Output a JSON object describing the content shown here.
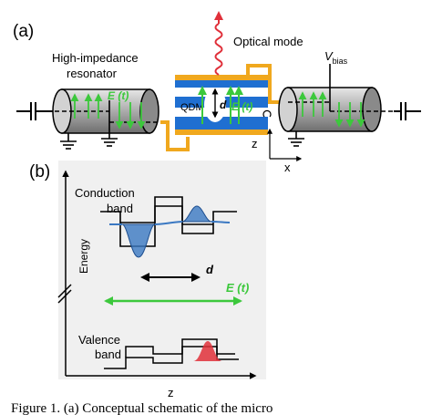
{
  "panel_a": {
    "label": "(a)",
    "resonator_label_line1": "High-impedance",
    "resonator_label_line2": "resonator",
    "optical_mode": "Optical mode",
    "vbias_main": "V",
    "vbias_sub": "bias",
    "qdm": "QDM",
    "d": "d",
    "field_left": "E (t)",
    "field_center": "E (t)",
    "axis_z": "z",
    "axis_x": "x"
  },
  "panel_b": {
    "label": "(b)",
    "conduction_line1": "Conduction",
    "conduction_line2": "band",
    "energy_axis": "Energy",
    "d": "d",
    "field": "E (t)",
    "valence_line1": "Valence",
    "valence_line2": "band",
    "axis_z": "z"
  },
  "caption": "Figure 1. (a) Conceptual schematic of the micro",
  "colors": {
    "field_green": "#3cc83c",
    "qdm_blue": "#1f6fd1",
    "electrode_gold": "#f0a81e",
    "wave_red": "#e0303a",
    "panel_b_bg": "#f0f0f0",
    "wavefunction_blue": "#3a78c2"
  }
}
